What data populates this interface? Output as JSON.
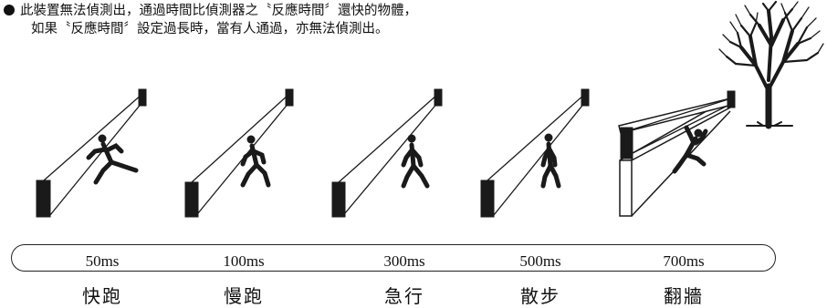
{
  "note": {
    "line1": "此裝置無法偵測出，通過時間比偵測器之〝反應時間〞還快的物體，",
    "line2": "如果〝反應時間〞設定過長時，當有人通過，亦無法偵測出。"
  },
  "scenarios": [
    {
      "time": "50ms",
      "action": "快跑",
      "figure": "sprinting-person-icon"
    },
    {
      "time": "100ms",
      "action": "慢跑",
      "figure": "jogging-person-icon"
    },
    {
      "time": "300ms",
      "action": "急行",
      "figure": "fast-walking-person-icon"
    },
    {
      "time": "500ms",
      "action": "散步",
      "figure": "walking-person-icon"
    },
    {
      "time": "700ms",
      "action": "翻牆",
      "figure": "climbing-person-icon"
    }
  ],
  "icons": [
    "bullet-icon",
    "tree-icon",
    "wall-icon",
    "sensor-post-icon",
    "sensor-receiver-icon"
  ],
  "colors": {
    "ink": "#111111",
    "background": "#ffffff"
  }
}
